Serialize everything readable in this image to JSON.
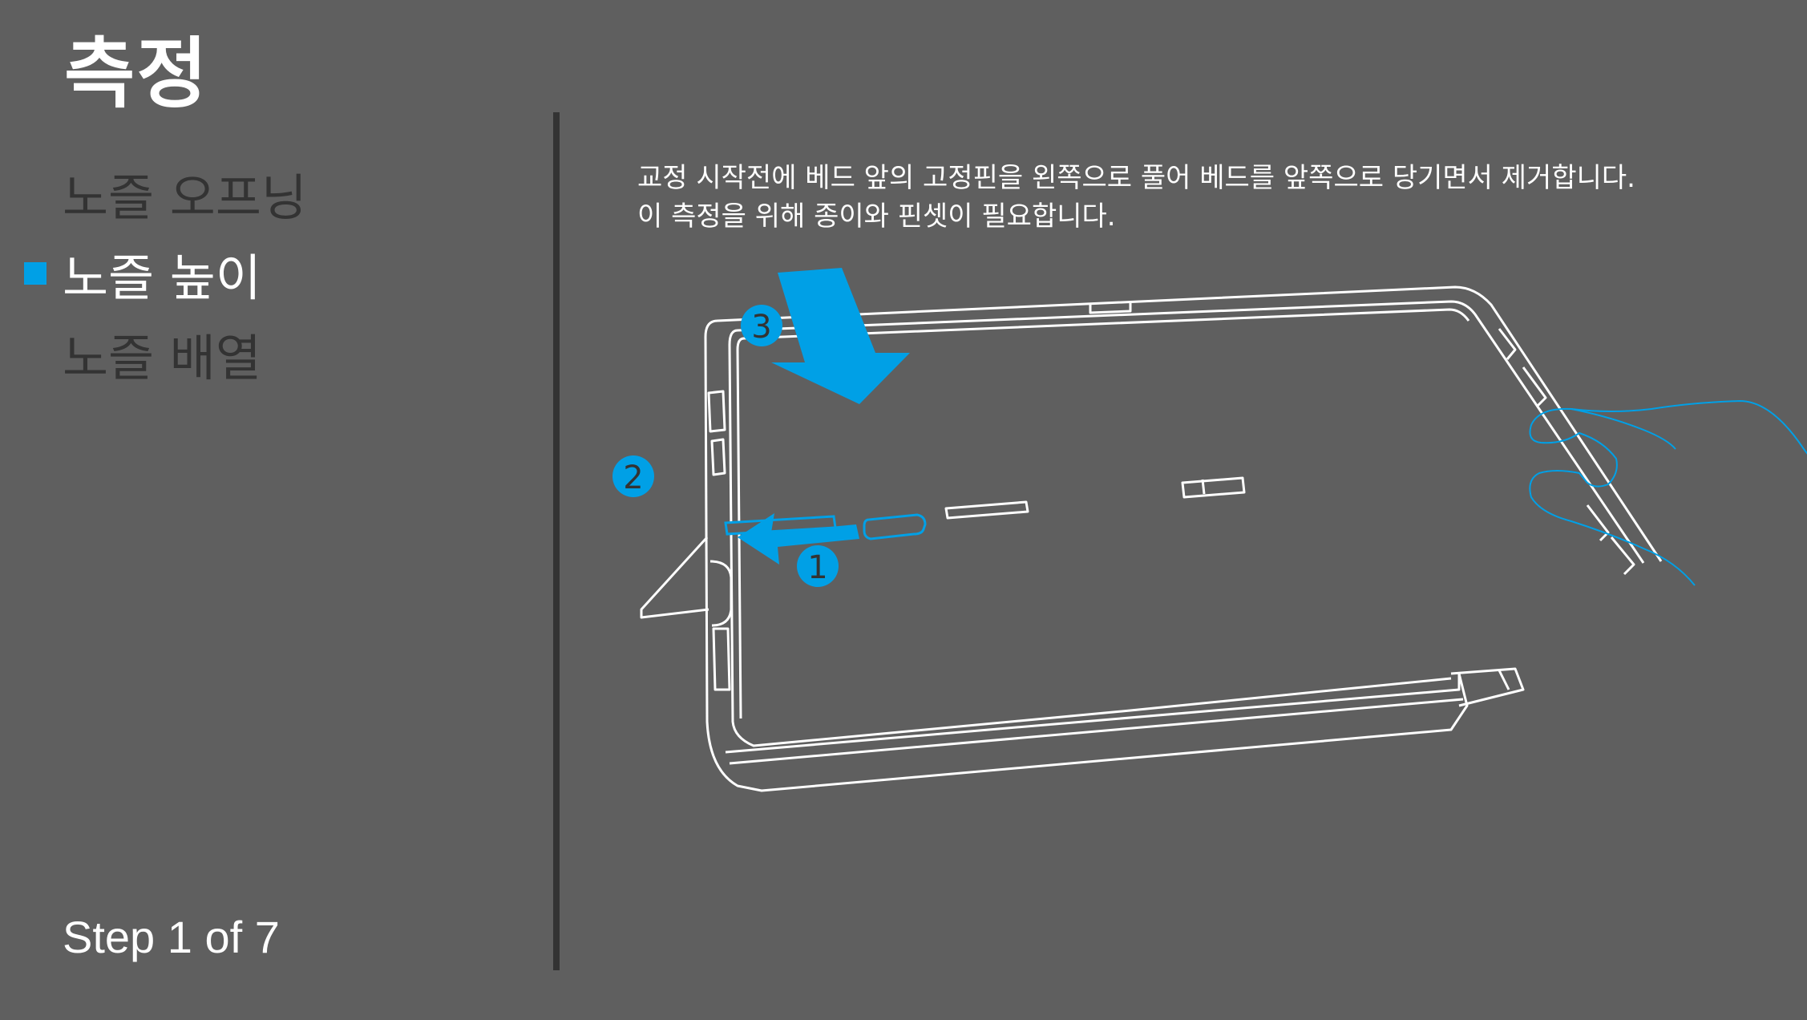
{
  "page": {
    "title": "측정"
  },
  "steps": [
    {
      "label": "노즐 오프닝",
      "state": "inactive"
    },
    {
      "label": "노즐 높이",
      "state": "active"
    },
    {
      "label": "노즐 배열",
      "state": "inactive"
    }
  ],
  "instructions": {
    "line1": "교정 시작전에 베드 앞의 고정핀을 왼쪽으로 풀어 베드를 앞쪽으로 당기면서 제거합니다.",
    "line2": "이 측정을 위해 종이와 핀셋이 필요합니다."
  },
  "illustration": {
    "callouts": [
      "1",
      "2",
      "3"
    ],
    "icons": [
      "bed-plate",
      "arrow-left",
      "arrow-down",
      "hand"
    ]
  },
  "footer": {
    "step_counter": "Step 1 of 7"
  },
  "colors": {
    "background": "#5f5f5f",
    "accent": "#00a0e6",
    "inactive_text": "#333333",
    "active_text": "#ffffff",
    "divider": "#333333",
    "line_art": "#ffffff"
  }
}
